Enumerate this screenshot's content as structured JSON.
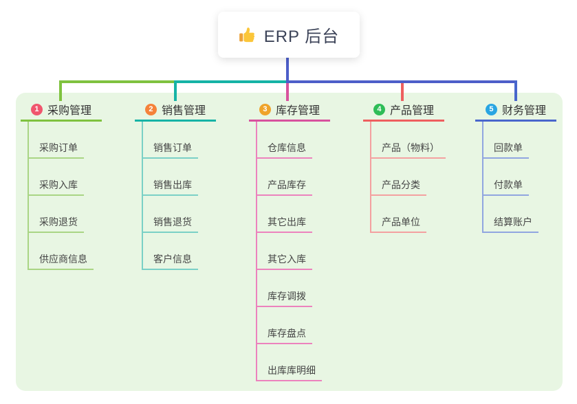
{
  "root": {
    "label": "ERP 后台",
    "icon": "thumbs-up-icon"
  },
  "colors": {
    "panel_bg": "#e8f6e3",
    "root_connector": "#4d5ec9",
    "root_text": "#3c4358",
    "header_text": "#333333",
    "item_text": "#454545",
    "thumb_main": "#fbc63a",
    "thumb_sleeve": "#eda33b"
  },
  "branches": [
    {
      "number": "1",
      "label": "采购管理",
      "badge_color": "#f0566e",
      "line_color": "#7fc23f",
      "sub_line_color": "#a9d584",
      "items": [
        "采购订单",
        "采购入库",
        "采购退货",
        "供应商信息"
      ]
    },
    {
      "number": "2",
      "label": "销售管理",
      "badge_color": "#f5823a",
      "line_color": "#16b3a6",
      "sub_line_color": "#7ad0c6",
      "items": [
        "销售订单",
        "销售出库",
        "销售退货",
        "客户信息"
      ]
    },
    {
      "number": "3",
      "label": "库存管理",
      "badge_color": "#efa32a",
      "line_color": "#d8529e",
      "sub_line_color": "#ec82bd",
      "items": [
        "仓库信息",
        "产品库存",
        "其它出库",
        "其它入库",
        "库存调拨",
        "库存盘点",
        "出库库明细"
      ]
    },
    {
      "number": "4",
      "label": "产品管理",
      "badge_color": "#2ebd57",
      "line_color": "#ee5f5f",
      "sub_line_color": "#f4a0a0",
      "items": [
        "产品（物料）",
        "产品分类",
        "产品单位"
      ]
    },
    {
      "number": "5",
      "label": "财务管理",
      "badge_color": "#28a5e2",
      "line_color": "#4866cc",
      "sub_line_color": "#90a5e0",
      "items": [
        "回款单",
        "付款单",
        "结算账户"
      ]
    }
  ]
}
